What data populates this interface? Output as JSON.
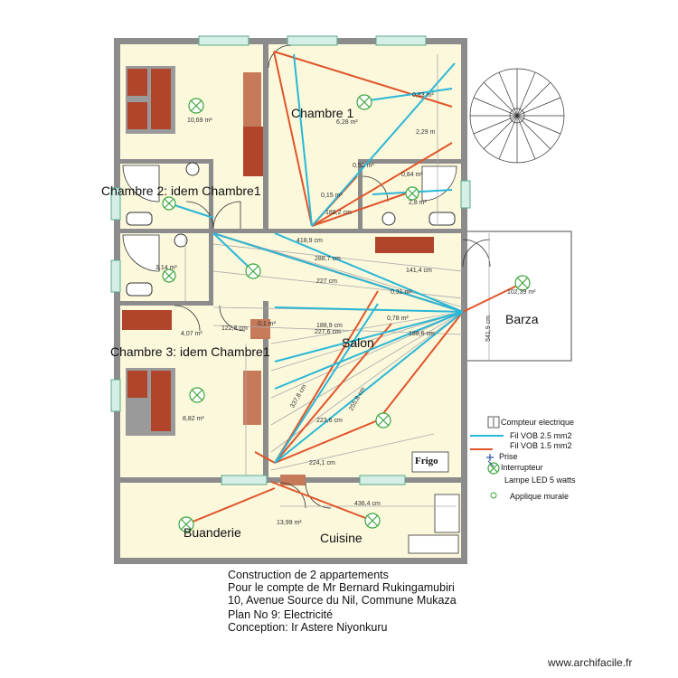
{
  "rooms": {
    "chambre1": "Chambre 1",
    "chambre2": "Chambre 2: idem Chambre1",
    "chambre3": "Chambre 3: idem Chambre1",
    "salon": "Salon",
    "barza": "Barza",
    "buanderie": "Buanderie",
    "cuisine": "Cuisine",
    "frigo": "Frigo"
  },
  "areas": {
    "a1": "10,69 m²",
    "a2": "6,28 m²",
    "a3": "0,83 m²",
    "a4": "0,52 m²",
    "a5": "0,84 m²",
    "a6": "2,8 m²",
    "a7": "0,15 m²",
    "a8": "3,14 m²",
    "a9": "4,07 m²",
    "a10": "8,82 m²",
    "a11": "0,31 m²",
    "a12": "0,78 m²",
    "a13": "102,39 m²",
    "a14": "13,99 m²",
    "a15": "0,1 m²"
  },
  "dimensions": {
    "d1": "288,7 cm",
    "d2": "141,4 cm",
    "d3": "227 cm",
    "d4": "227,6 cm",
    "d5": "188,2 cm",
    "d6": "188,6 cm",
    "d7": "436,4 cm",
    "d8": "224,1 cm",
    "d9": "2,29 m",
    "d10": "541,9 cm",
    "d11": "418,9 cm",
    "d12": "122,8 cm",
    "d13": "188,9 cm",
    "d14": "255,8 cm",
    "d15": "223,6 cm",
    "d16": "337,8 cm"
  },
  "legend": {
    "compteur": "Compteur electrique",
    "vob25": "Fil VOB 2.5 mm2",
    "vob15": "Fil VOB 1.5 mm2",
    "prise": "Prise",
    "interrupteur": "Interrupteur",
    "lampe": "Lampe LED 5 watts",
    "applique": "Applique murale"
  },
  "title_block": {
    "line1": "Construction de 2 appartements",
    "line2": "Pour le compte de Mr Bernard Rukingamubiri",
    "line3": "10, Avenue Source du Nil, Commune Mukaza",
    "line4": "Plan No 9: Electricité",
    "line5": "Conception: Ir  Astere Niyonkuru"
  },
  "watermark": "www.archifacile.fr",
  "colors": {
    "wall": "#8c8c8c",
    "floor": "#fbf8dc",
    "wire_25": "#2bb7d6",
    "wire_15": "#e0552a",
    "lamp": "#3aa63a",
    "furniture": "#b0452c",
    "dim_line": "#aaaaaa"
  }
}
